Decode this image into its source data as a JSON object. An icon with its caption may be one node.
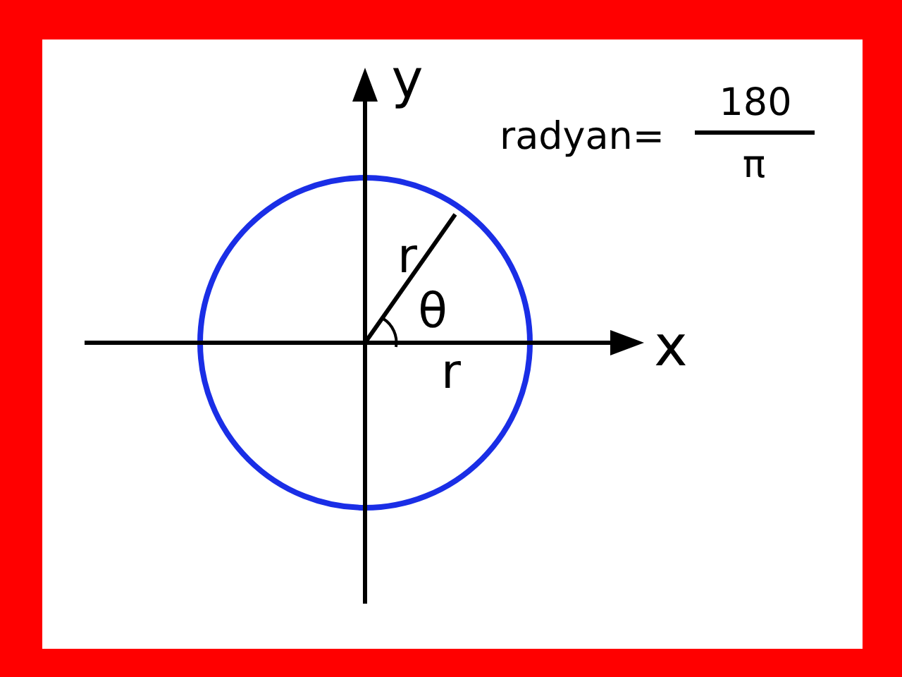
{
  "diagram": {
    "labels": [
      "y",
      "radyan=",
      "180",
      "π",
      "r",
      "θ",
      "x",
      "r"
    ]
  }
}
